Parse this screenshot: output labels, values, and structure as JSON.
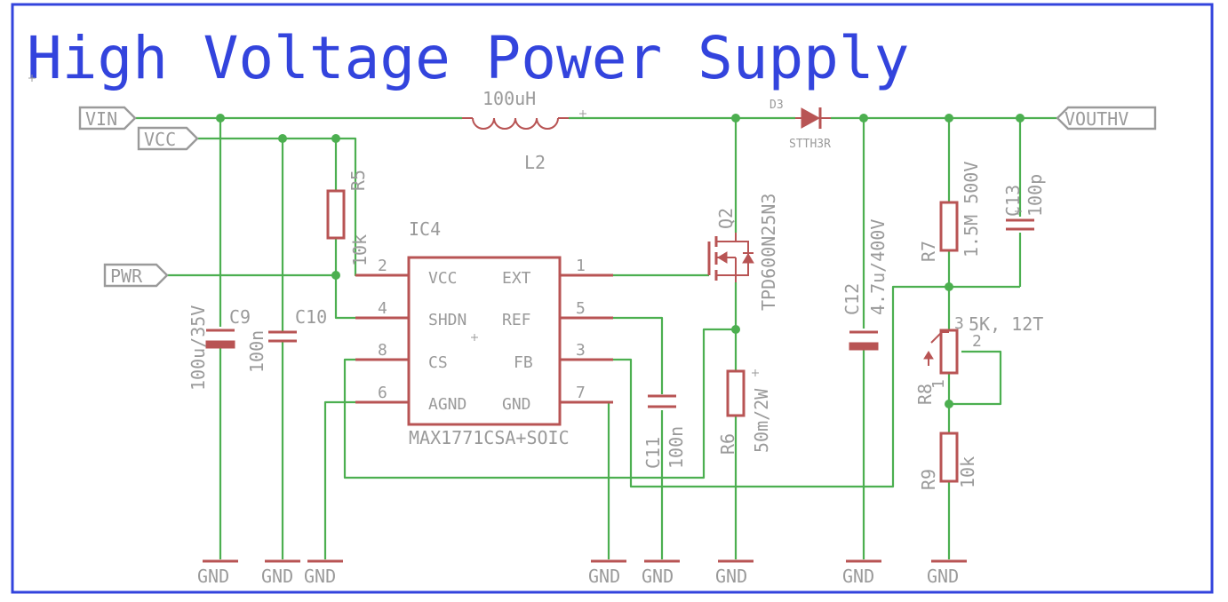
{
  "title": "High Voltage Power Supply",
  "ports": {
    "vin": "VIN",
    "vcc": "VCC",
    "pwr": "PWR",
    "vout": "VOUTHV"
  },
  "ic": {
    "ref": "IC4",
    "part": "MAX1771CSA+SOIC",
    "pins": {
      "vcc": {
        "name": "VCC",
        "num": "2"
      },
      "shdn": {
        "name": "SHDN",
        "num": "4"
      },
      "cs": {
        "name": "CS",
        "num": "8"
      },
      "agnd": {
        "name": "AGND",
        "num": "6"
      },
      "ext": {
        "name": "EXT",
        "num": "1"
      },
      "ref": {
        "name": "REF",
        "num": "5"
      },
      "fb": {
        "name": "FB",
        "num": "3"
      },
      "gnd": {
        "name": "GND",
        "num": "7"
      }
    }
  },
  "components": {
    "l2": {
      "ref": "L2",
      "value": "100uH"
    },
    "d3": {
      "ref": "D3",
      "value": "STTH3R"
    },
    "q2": {
      "ref": "Q2",
      "value": "TPD600N25N3"
    },
    "r5": {
      "ref": "R5",
      "value": "10k"
    },
    "c9": {
      "ref": "C9",
      "value": "100u/35V"
    },
    "c10": {
      "ref": "C10",
      "value": "100n"
    },
    "c11": {
      "ref": "C11",
      "value": "100n"
    },
    "r6": {
      "ref": "R6",
      "value": "50m/2W"
    },
    "c12": {
      "ref": "C12",
      "value": "4.7u/400V"
    },
    "r7": {
      "ref": "R7",
      "value": "1.5M 500V"
    },
    "c13": {
      "ref": "C13",
      "value": "100p"
    },
    "r8": {
      "ref": "R8",
      "value": "5K, 12T",
      "pin1": "1",
      "pin2": "2",
      "pin3": "3"
    },
    "r9": {
      "ref": "R9",
      "value": "10k"
    }
  },
  "gnd_label": "GND"
}
